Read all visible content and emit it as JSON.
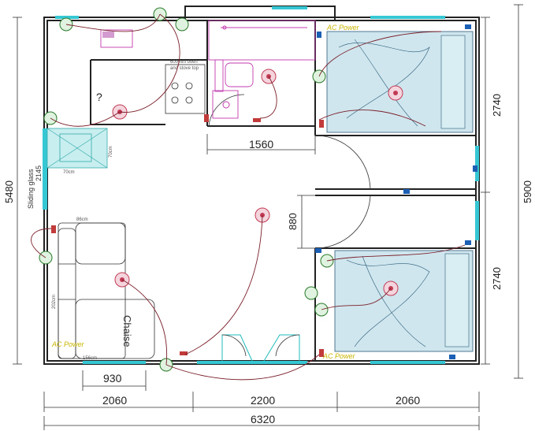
{
  "dimensions": {
    "overall_width": "6320",
    "living_width": "2060",
    "hall_width": "2200",
    "bedroom_width": "2060",
    "chaise_offset": "930",
    "bath_width": "1560",
    "corridor": "880",
    "bedroom_depth_top": "2740",
    "bedroom_depth_bottom": "2740",
    "left_height": "5480",
    "right_height": "5900"
  },
  "labels": {
    "sliding_glass": "Sliding glass",
    "sliding_glass_size": "2145",
    "shower_w": "70cm",
    "shower_h": "70cm",
    "chaise": "Chaise",
    "sofa_w": "86cm",
    "sofa_len": "202cm",
    "sofa_base": "156cm",
    "question": "?",
    "oven_note_1": "600mm oven",
    "oven_note_2": "and stove top",
    "ac_power_1": "AC Power",
    "ac_power_2": "AC Power",
    "ac_power_3": "AC Power"
  }
}
